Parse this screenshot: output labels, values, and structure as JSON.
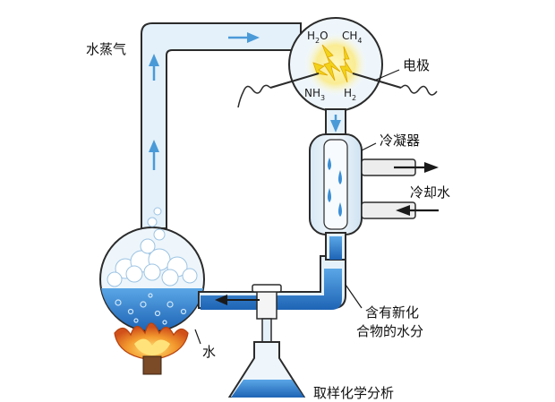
{
  "labels": {
    "steam": "水蒸气",
    "electrode": "电极",
    "condenser": "冷凝器",
    "cooling_water": "冷却水",
    "new_compounds_line1": "含有新化",
    "new_compounds_line2": "合物的水分",
    "water": "水",
    "sampling": "取样化学分析"
  },
  "molecules": {
    "top_left": {
      "base": "H",
      "sub": "2",
      "tail": "O"
    },
    "top_right": {
      "base": "CH",
      "sub": "4",
      "tail": ""
    },
    "bottom_left": {
      "base": "NH",
      "sub": "3",
      "tail": ""
    },
    "bottom_right": {
      "base": "H",
      "sub": "2",
      "tail": ""
    }
  },
  "colors": {
    "glass_outline": "#2b2b2b",
    "tube_fill": "#e4f1fa",
    "water": "#3b8fd6",
    "water_dark": "#1f5fa8",
    "flow_arrow": "#4a9ad8",
    "spark": "#f2d21a",
    "flame": "#e8731c"
  },
  "icons": [
    "flow-arrow-icon",
    "spark-icon",
    "flame-icon",
    "electrode-coil-icon"
  ]
}
